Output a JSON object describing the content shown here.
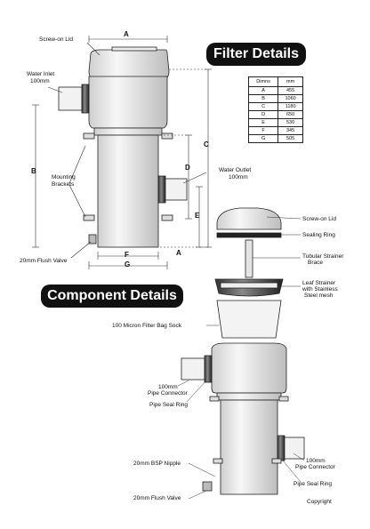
{
  "headings": {
    "filter": "Filter Details",
    "component": "Component Details"
  },
  "filter_labels": {
    "screw_on_lid": "Screw-on Lid",
    "water_inlet": "Water Inlet",
    "water_inlet_size": "100mm",
    "mounting_brackets_1": "Mounting",
    "mounting_brackets_2": "Brackets",
    "water_outlet": "Water Outlet",
    "water_outlet_size": "100mm",
    "flush_valve": "20mm Flush Valve"
  },
  "dimension_letters": [
    "A",
    "B",
    "C",
    "D",
    "E",
    "F",
    "G"
  ],
  "dimensions_table": {
    "headers": [
      "Dimns",
      "mm"
    ],
    "rows": [
      [
        "A",
        "455"
      ],
      [
        "B",
        "1060"
      ],
      [
        "C",
        "1180"
      ],
      [
        "D",
        "650"
      ],
      [
        "E",
        "530"
      ],
      [
        "F",
        "345"
      ],
      [
        "G",
        "505"
      ]
    ]
  },
  "component_labels": {
    "screw_on_lid": "Screw-on Lid",
    "sealing_ring": "Sealing Ring",
    "strainer_brace_1": "Tubular Strainer",
    "strainer_brace_2": "Brace",
    "leaf_strainer_1": "Leaf Strainer",
    "leaf_strainer_2": "with Stainless",
    "leaf_strainer_3": "Steel mesh",
    "filter_bag": "100 Micron Filter Bag Sock",
    "pipe_connector_left_size": "100mm",
    "pipe_connector_left": "Pipe Connector",
    "pipe_seal_ring_left": "Pipe Seal Ring",
    "nipple": "20mm BSP Nipple",
    "pipe_connector_right_size": "100mm",
    "pipe_connector_right": "Pipe Connector",
    "pipe_seal_ring_right": "Pipe Seal Ring",
    "flush_valve": "20mm Flush Valve"
  },
  "copyright": "Copyright"
}
